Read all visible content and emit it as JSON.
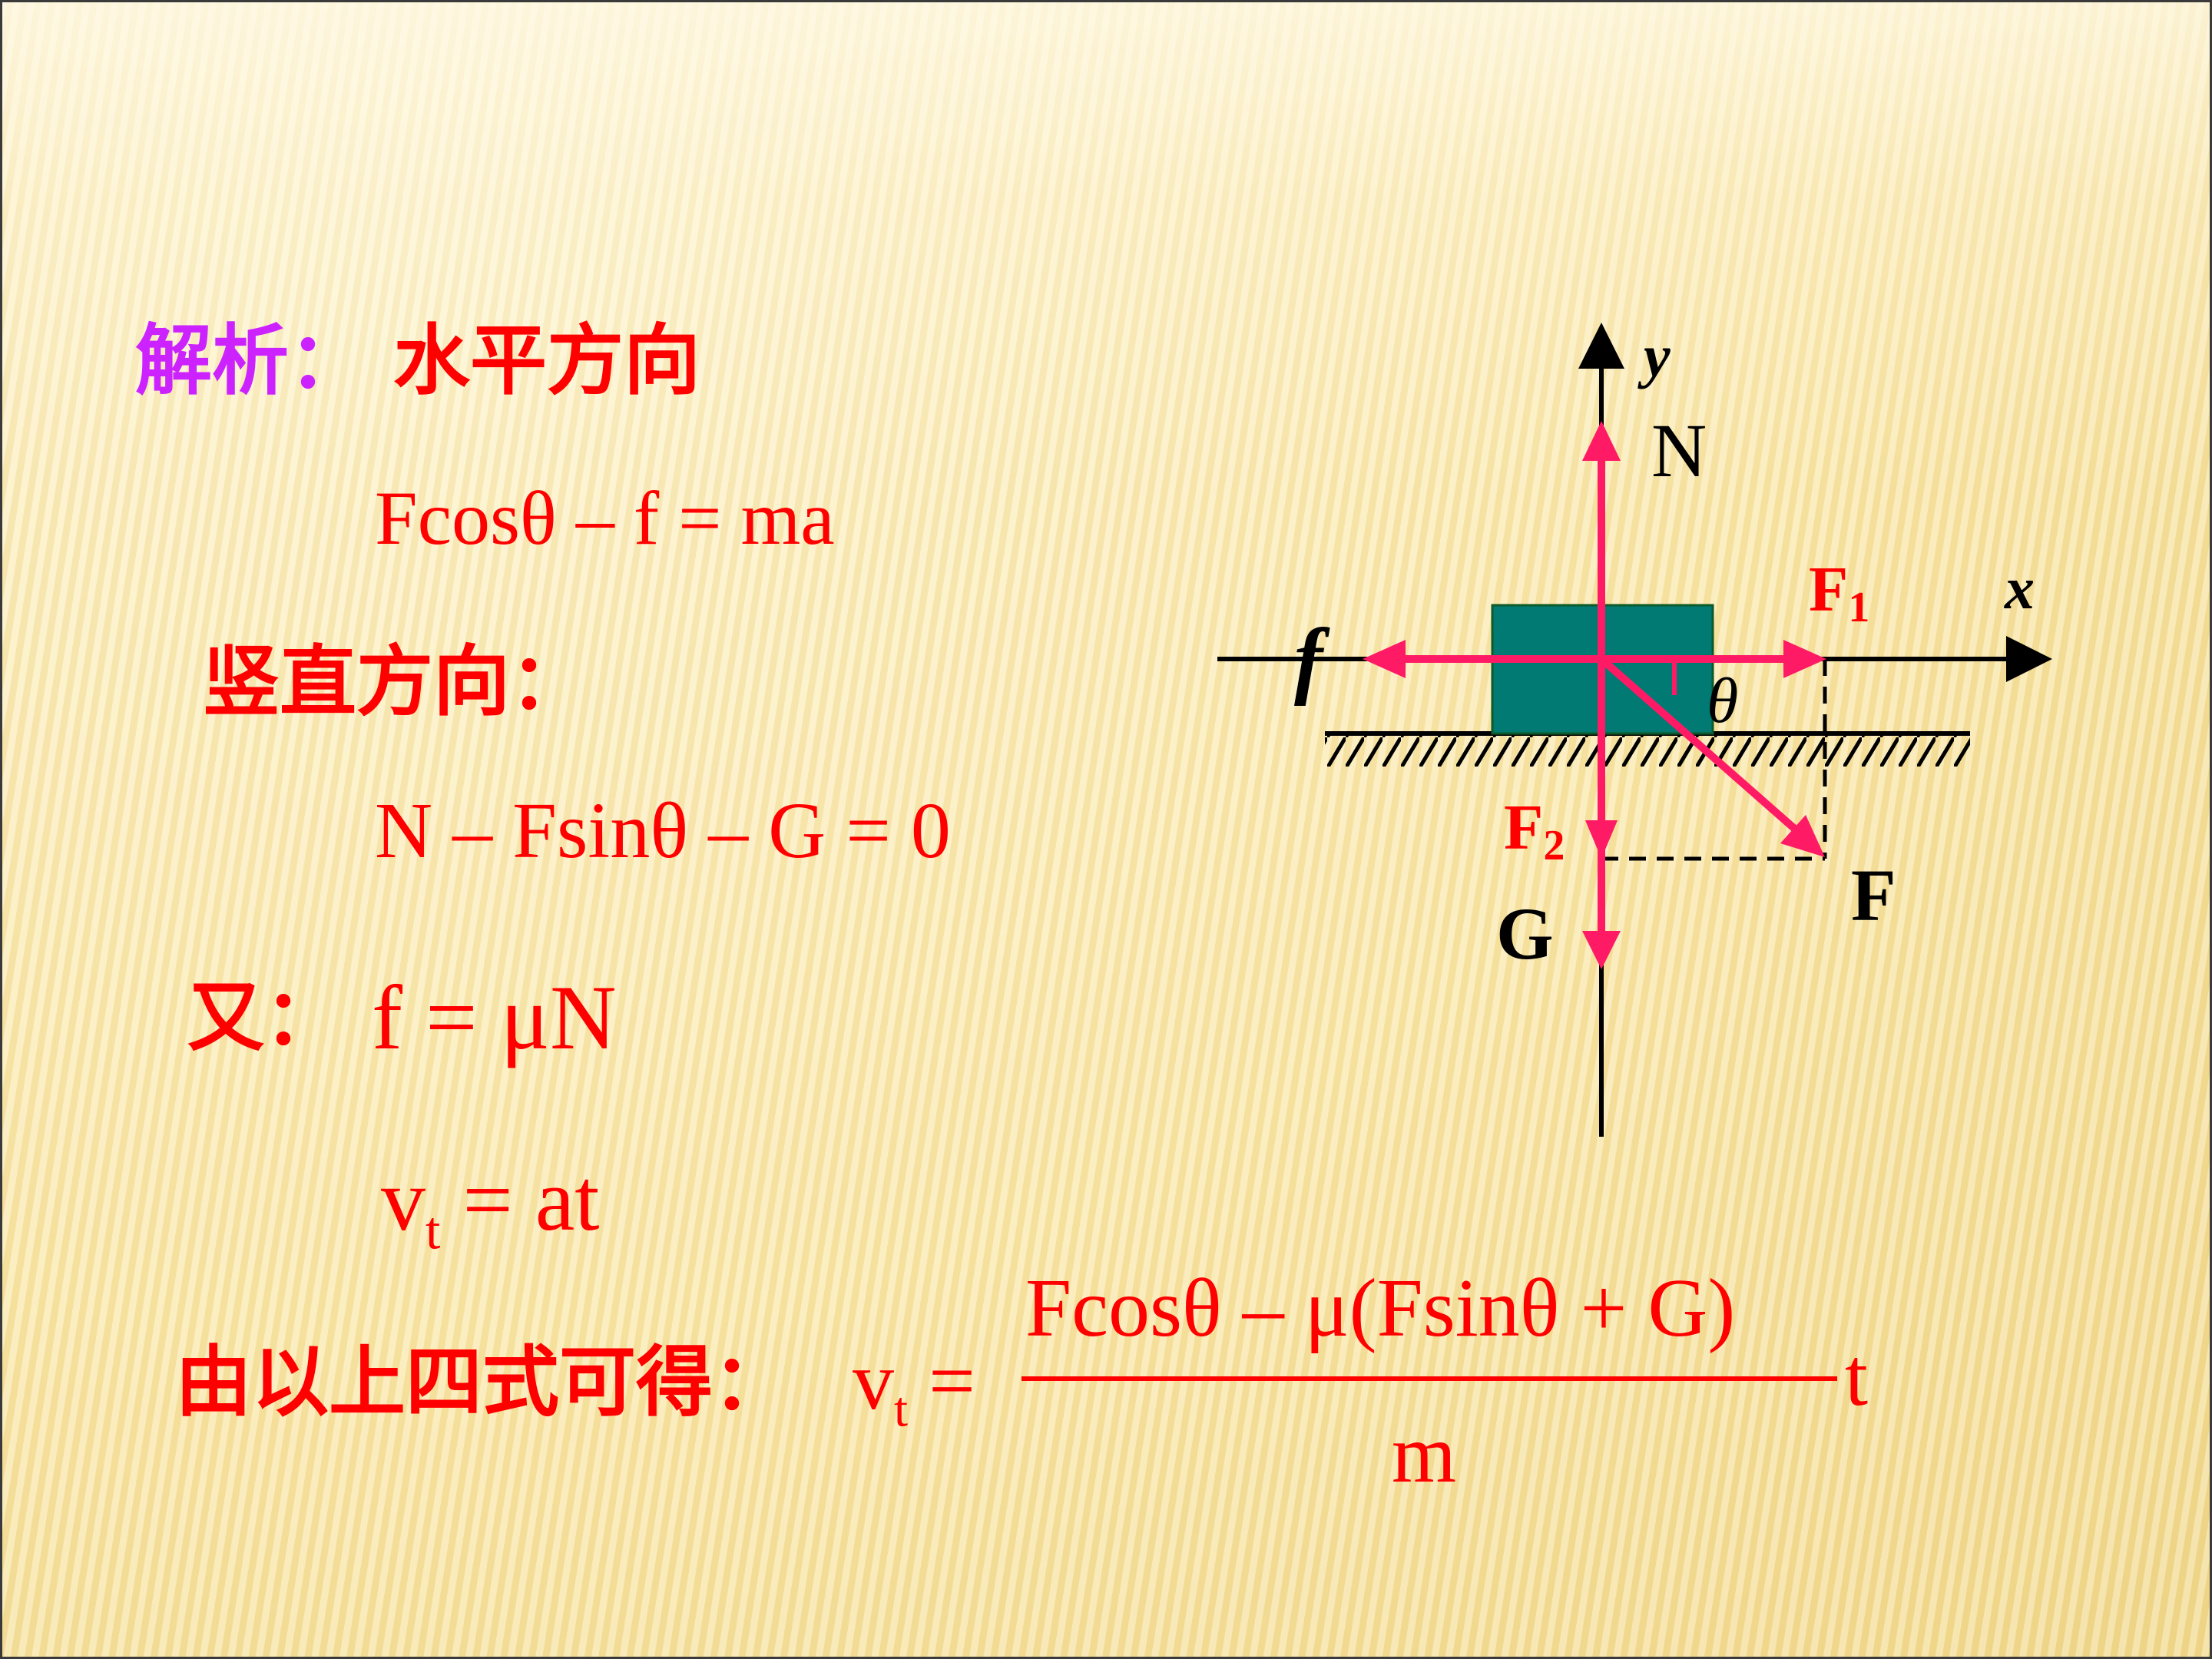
{
  "text": {
    "title_label": "解析：",
    "title_rest": "水平方向",
    "eq_horizontal": "Fcosθ – f = ma",
    "vertical_label": "竖直方向：",
    "eq_vertical": "N – Fsinθ – G = 0",
    "also_label": "又：",
    "eq_friction": "f = μN",
    "eq_velocity_main": "v",
    "eq_velocity_sub": "t",
    "eq_velocity_rest": " = at",
    "result_label": "由以上四式可得：",
    "result_lhs_main": "v",
    "result_lhs_sub": "t",
    "result_lhs_eq": " =",
    "result_numerator": "Fcosθ – μ(Fsinθ + G)",
    "result_denominator": "m",
    "result_factor": "t"
  },
  "diagram": {
    "label_y": "y",
    "label_x": "x",
    "label_N": "N",
    "label_F1_main": "F",
    "label_F1_sub": "1",
    "label_F2_main": "F",
    "label_F2_sub": "2",
    "label_f": "f",
    "label_theta": "θ",
    "label_G": "G",
    "label_F": "F"
  },
  "colors": {
    "equation_red": "#ff0000",
    "label_purple": "#cc22ff",
    "force_arrow": "#ff1a66",
    "block_teal": "#007a73",
    "axis_black": "#000000",
    "background": "#fbecb4"
  }
}
